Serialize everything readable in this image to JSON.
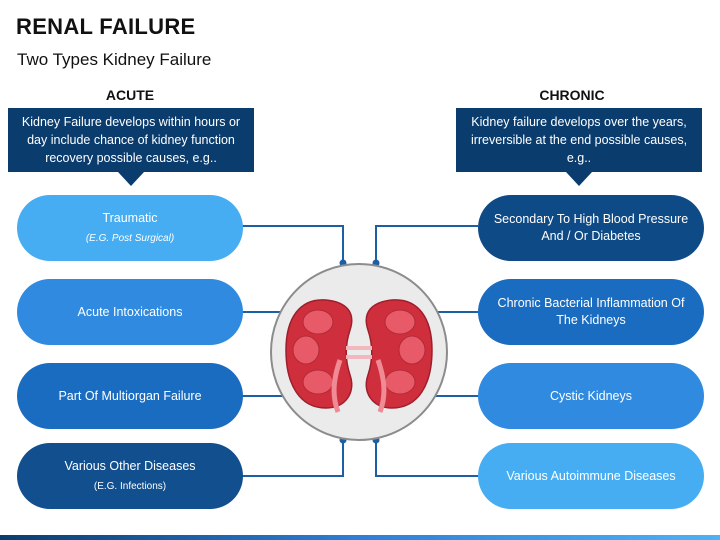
{
  "title": "RENAL FAILURE",
  "subtitle": "Two Types Kidney Failure",
  "colors": {
    "dark_navy": "#0b3c6e",
    "navy": "#114f8f",
    "mid_blue": "#1f74c9",
    "blue": "#2f8ae0",
    "light_blue": "#47adf3",
    "kidney_red": "#cf2f3d",
    "connector": "#1c5fa5"
  },
  "acute": {
    "heading": "ACUTE",
    "description": "Kidney Failure develops within hours or day include chance of kidney function recovery possible causes, e.g..",
    "causes": [
      {
        "label": "Traumatic",
        "sub": "(E.G. Post Surgical)"
      },
      {
        "label": "Acute Intoxications",
        "sub": ""
      },
      {
        "label": "Part Of Multiorgan Failure",
        "sub": ""
      },
      {
        "label": "Various Other Diseases",
        "sub": "(E.G. Infections)"
      }
    ]
  },
  "chronic": {
    "heading": "CHRONIC",
    "description": "Kidney failure develops over the years, irreversible at the end possible causes, e.g..",
    "causes": [
      {
        "label": "Secondary To High Blood Pressure And / Or Diabetes"
      },
      {
        "label": "Chronic Bacterial Inflammation Of The Kidneys"
      },
      {
        "label": "Cystic Kidneys"
      },
      {
        "label": "Various Autoimmune Diseases"
      }
    ]
  },
  "center_icon": "kidneys-icon"
}
